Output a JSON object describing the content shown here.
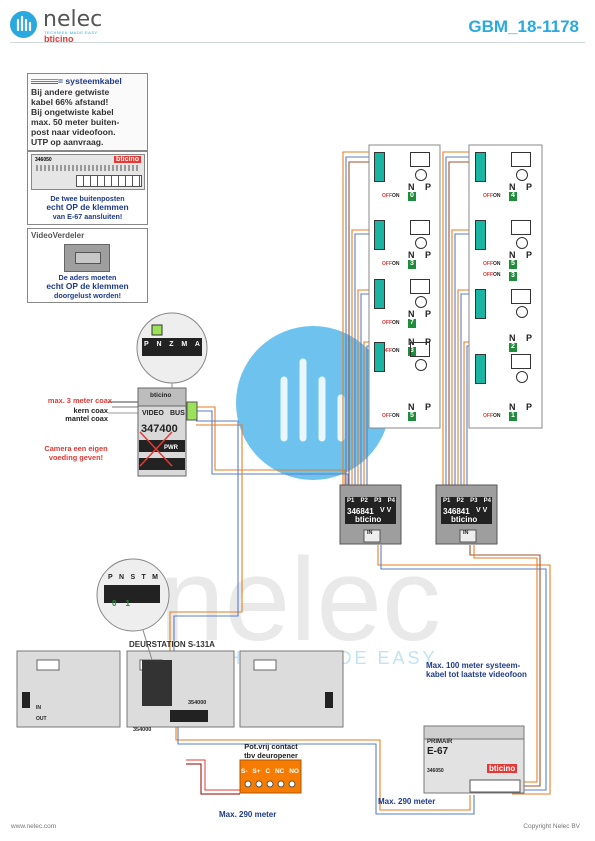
{
  "header": {
    "brand": "nelec",
    "tagline": "TECHNIEK MADE EASY",
    "partner_brand": "bticino",
    "doc_id": "GBM_18-1178"
  },
  "legend": {
    "cable_label": "= systeemkabel",
    "lines": [
      "Bij andere getwiste",
      "kabel 66% afstand!",
      "Bij ongetwiste kabel",
      "max. 50 meter buiten-",
      "post naar videofoon.",
      "UTP op aanvraag."
    ]
  },
  "outdoor_note": {
    "module_code": "346050",
    "brand": "bticino",
    "lines": [
      "De twee buitenposten",
      "echt OP de klemmen",
      "van E-67 aansluiten!"
    ]
  },
  "video_splitter": {
    "title": "VideoVerdeler",
    "lines": [
      "De aders moeten",
      "echt OP de klemmen",
      "doorgelust worden!"
    ]
  },
  "camera": {
    "coax_label": "max. 3 meter coax",
    "core_label": "kern coax",
    "shield_label": "mantel coax",
    "power_lines": [
      "Camera een eigen",
      "voeding geven!"
    ],
    "module_code": "347400",
    "brand": "bticino",
    "video_label": "VIDEO",
    "bus_label": "BUS",
    "pwr_label": "PWR",
    "zoom_terminals": [
      "P",
      "N",
      "Z",
      "M",
      "A"
    ]
  },
  "indoor_units": {
    "left_numbers": [
      "0",
      "3",
      "7",
      "3",
      "5"
    ],
    "right_numbers": [
      "4",
      "5",
      "3",
      "2",
      "1"
    ],
    "off_label": "OFF",
    "on_label": "ON",
    "n_label": "N",
    "p_label": "P"
  },
  "distributors": {
    "code": "346841",
    "brand": "bticino",
    "ports": [
      "P1",
      "P2",
      "P3",
      "P4"
    ],
    "vv_label": "V V",
    "in_label": "IN"
  },
  "door_station": {
    "title": "DEURSTATION S-131A",
    "zoom_top": [
      "P",
      "N",
      "S",
      "T",
      "M"
    ],
    "zoom_bottom": [
      "0",
      "1"
    ],
    "module_code": "354000",
    "left_module_code": "354000",
    "in_label": "IN",
    "out_label": "OUT"
  },
  "door_opener": {
    "title_lines": [
      "Pot.vrij contact",
      "tbv deuropener"
    ],
    "terminals": [
      "S-",
      "S+",
      "C",
      "NC",
      "NO"
    ]
  },
  "power_supply": {
    "header": "PRIMAIR",
    "model": "E-67",
    "code": "346050",
    "brand": "bticino"
  },
  "notes": {
    "system_cable_lines": [
      "Max. 100 meter systeem-",
      "kabel tot laatste videofoon"
    ],
    "max_290_a": "Max. 290 meter",
    "max_290_b": "Max. 290 meter"
  },
  "footer": {
    "website": "www.nelec.com",
    "copyright": "Copyright Nelec BV"
  }
}
